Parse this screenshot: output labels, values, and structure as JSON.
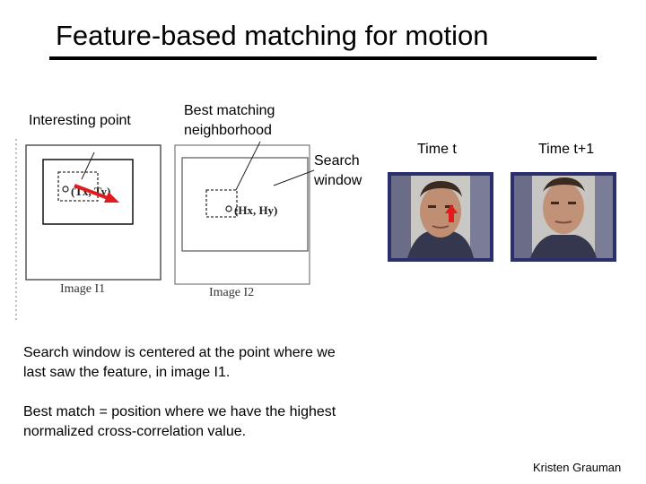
{
  "slide": {
    "title": "Feature-based matching for motion",
    "labels": {
      "interesting_point": "Interesting point",
      "best_matching": "Best matching neighborhood",
      "search_window": "Search window",
      "time_t": "Time t",
      "time_t1": "Time t+1"
    },
    "diagram": {
      "image1_caption": "Image I1",
      "image2_caption": "Image I2",
      "point1_label": "(Tx, Ty)",
      "point2_label": "(Hx, Hy)"
    },
    "paragraphs": [
      "Search window is centered at the point where we last saw the feature, in image I1.",
      "Best match = position where we have the highest normalized cross-correlation value."
    ],
    "credit": "Kristen Grauman"
  },
  "colors": {
    "arrow_red": "#e31a1c",
    "photo_frame": "#2c2f6d",
    "title_rule": "#000000"
  },
  "icons": [
    "red-arrow-icon",
    "red-up-arrow-icon"
  ]
}
